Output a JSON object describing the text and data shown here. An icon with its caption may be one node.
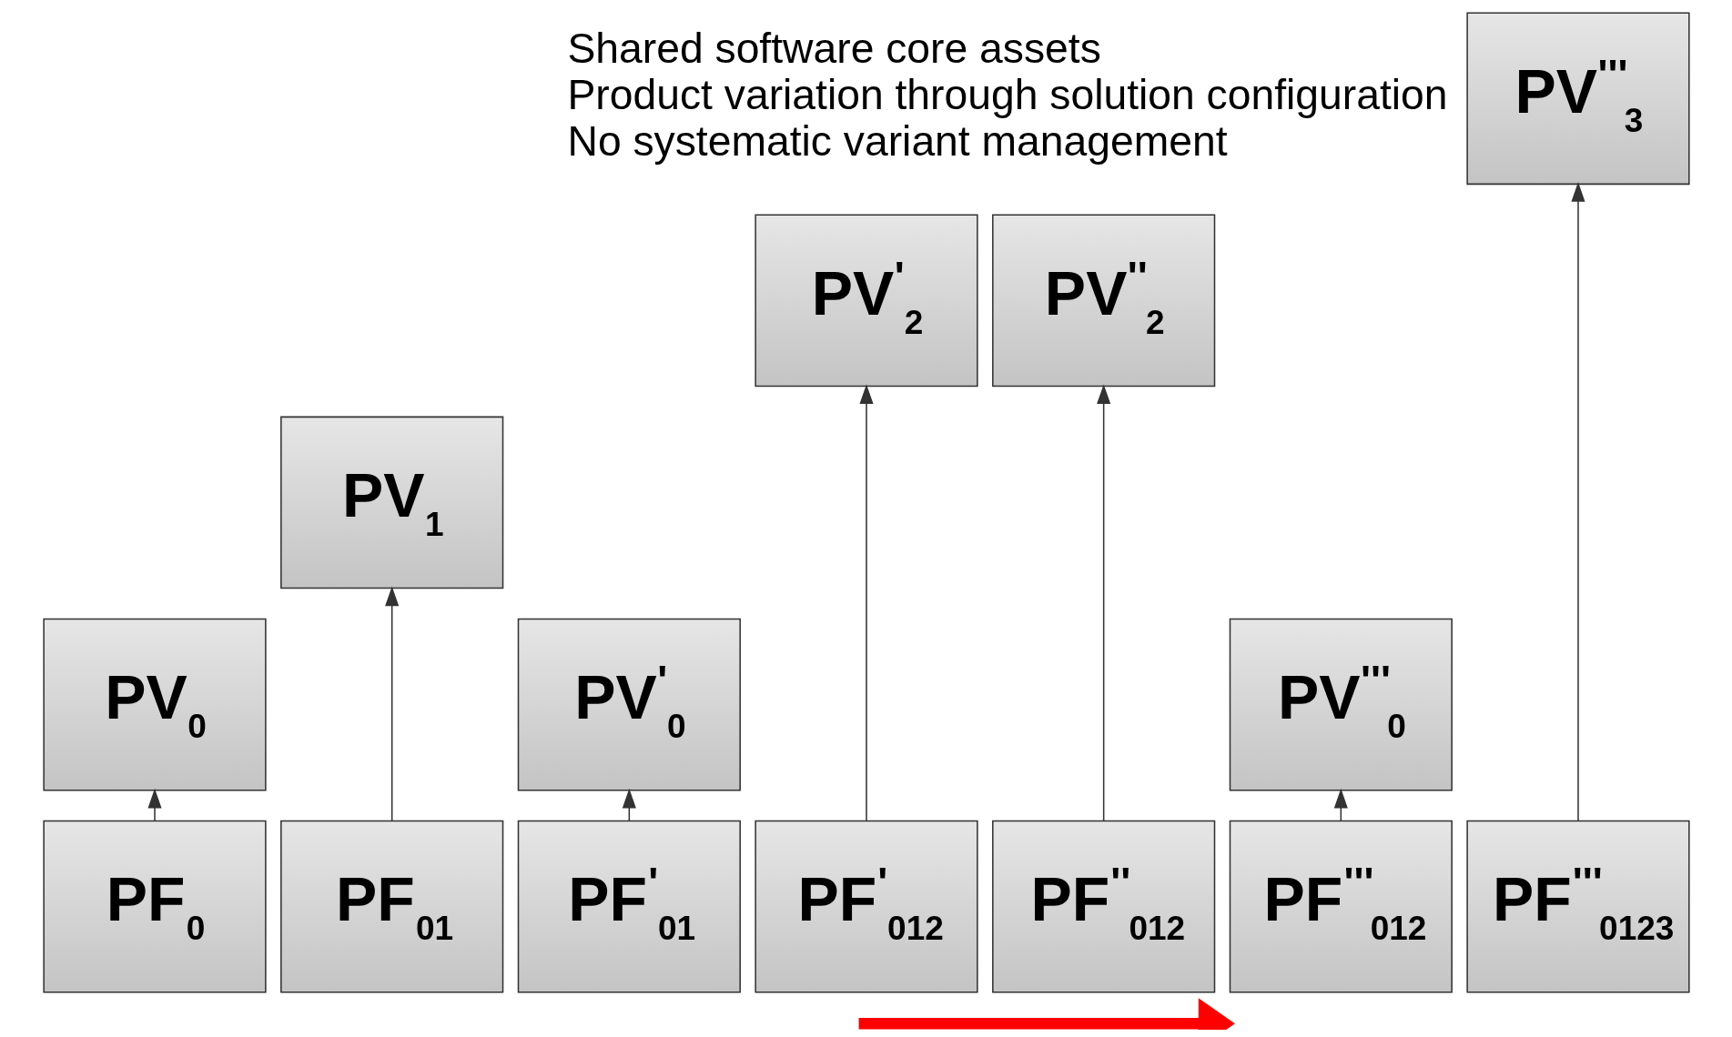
{
  "diagram": {
    "nodes": [
      {
        "text": [
          "PV$^{'''}$$_{3}$"
        ]
      },
      {
        "text": [
          "PV$^{'}$$_{2}$"
        ]
      },
      {
        "text": [
          "PV$^{''}$$_{2}$"
        ]
      },
      {
        "text": [
          "PV$_{1}$"
        ]
      },
      {
        "text": [
          "PV$_{0}$"
        ]
      },
      {
        "text": [
          "PV$^{'}$$_{0}$"
        ]
      },
      {
        "text": [
          "PV$^{'''}$$_{0}$"
        ]
      },
      {
        "text": [
          "PF$_{0}$"
        ]
      },
      {
        "text": [
          "PF$_{01}$"
        ]
      },
      {
        "text": [
          "PF$^{'}$$_{01}$"
        ]
      },
      {
        "text": [
          "PF$^{'}$$_{012}$"
        ]
      },
      {
        "text": [
          "PF$^{''}$$_{012}$"
        ]
      },
      {
        "text": [
          "PF$^{'''}$$_{012}$"
        ]
      },
      {
        "text": [
          "PF$^{'''}$$_{0123}$"
        ]
      }
    ],
    "edges": [
      {
        "from": 7,
        "to": 4,
        "arrow": "to"
      },
      {
        "from": 8,
        "to": 3,
        "arrow": "to"
      },
      {
        "from": 9,
        "to": 5,
        "arrow": "to"
      },
      {
        "from": 10,
        "to": 1,
        "arrow": "to"
      },
      {
        "from": 11,
        "to": 2,
        "arrow": "to"
      },
      {
        "from": 12,
        "to": 6,
        "arrow": "to"
      },
      {
        "from": 13,
        "to": 0,
        "arrow": "to"
      }
    ],
    "labels": [
      "Shared software core assets",
      "Product variation through solution configuration",
      "No systematic variant management"
    ]
  }
}
